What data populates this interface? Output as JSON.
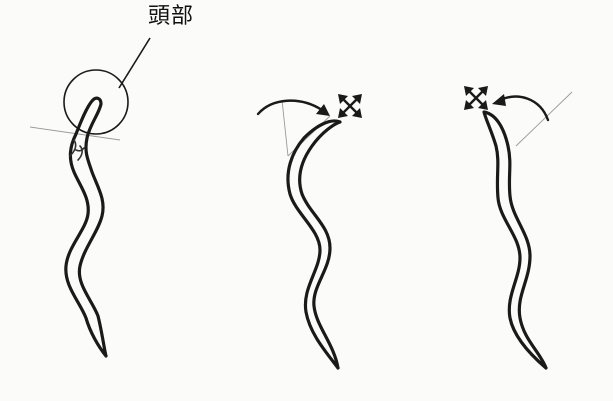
{
  "label": {
    "head": "頭部"
  },
  "colors": {
    "paper": "#fbfbfa",
    "ink": "#1a1a1a",
    "guide": "#9a9a9a"
  },
  "figures": [
    {
      "name": "worm-straight-head-marked",
      "icon": "worm-outline-icon"
    },
    {
      "name": "worm-head-turn-right",
      "icon": "curved-arrow-icon"
    },
    {
      "name": "worm-head-turn-left",
      "icon": "curved-arrow-icon"
    }
  ]
}
